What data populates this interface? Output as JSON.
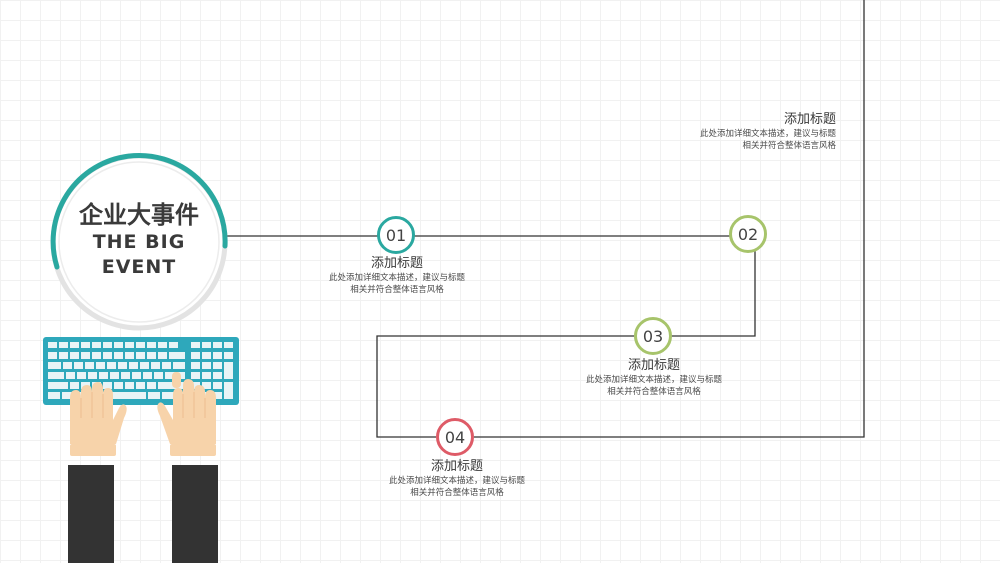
{
  "hub": {
    "title": "企业大事件",
    "subtitle_line1": "THE BIG",
    "subtitle_line2": "EVENT"
  },
  "milestones": [
    {
      "number": "01",
      "title": "添加标题",
      "desc_line1": "此处添加详细文本描述，建议与标题",
      "desc_line2": "相关并符合整体语言风格",
      "color": "#2aa8a0"
    },
    {
      "number": "02",
      "color": "#a7c46b"
    },
    {
      "number": "03",
      "title": "添加标题",
      "desc_line1": "此处添加详细文本描述，建议与标题",
      "desc_line2": "相关并符合整体语言风格",
      "color": "#a7c46b"
    },
    {
      "number": "04",
      "title": "添加标题",
      "desc_line1": "此处添加详细文本描述，建议与标题",
      "desc_line2": "相关并符合整体语言风格",
      "color": "#de5b67"
    }
  ],
  "top_label": {
    "title": "添加标题",
    "desc_line1": "此处添加详细文本描述，建议与标题",
    "desc_line2": "相关并符合整体语言风格"
  },
  "colors": {
    "accent": "#2aa8a0",
    "keyboard": "#2ea8bb",
    "line": "#333333",
    "sleeve": "#333333",
    "skin": "#f7d3aa"
  },
  "icons": [
    "keyboard-illustration",
    "hands-illustration"
  ]
}
